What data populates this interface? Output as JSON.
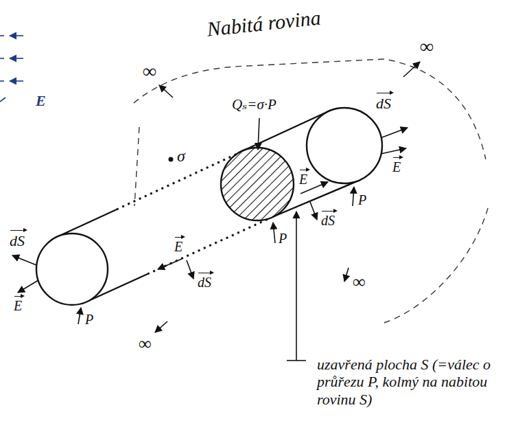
{
  "diagram": {
    "labels": [
      "E",
      "Nabitá rovina",
      "∞",
      "∞",
      "Qₛ=σ·P",
      "dS",
      "σ",
      "E",
      "E",
      "P",
      "dS",
      "P",
      "∞",
      "dS",
      "E",
      "dS",
      "E",
      "P",
      "∞",
      "uzavřená plocha S (=válec o průřezu P, kolmý na nabitou rovinu S)"
    ]
  }
}
